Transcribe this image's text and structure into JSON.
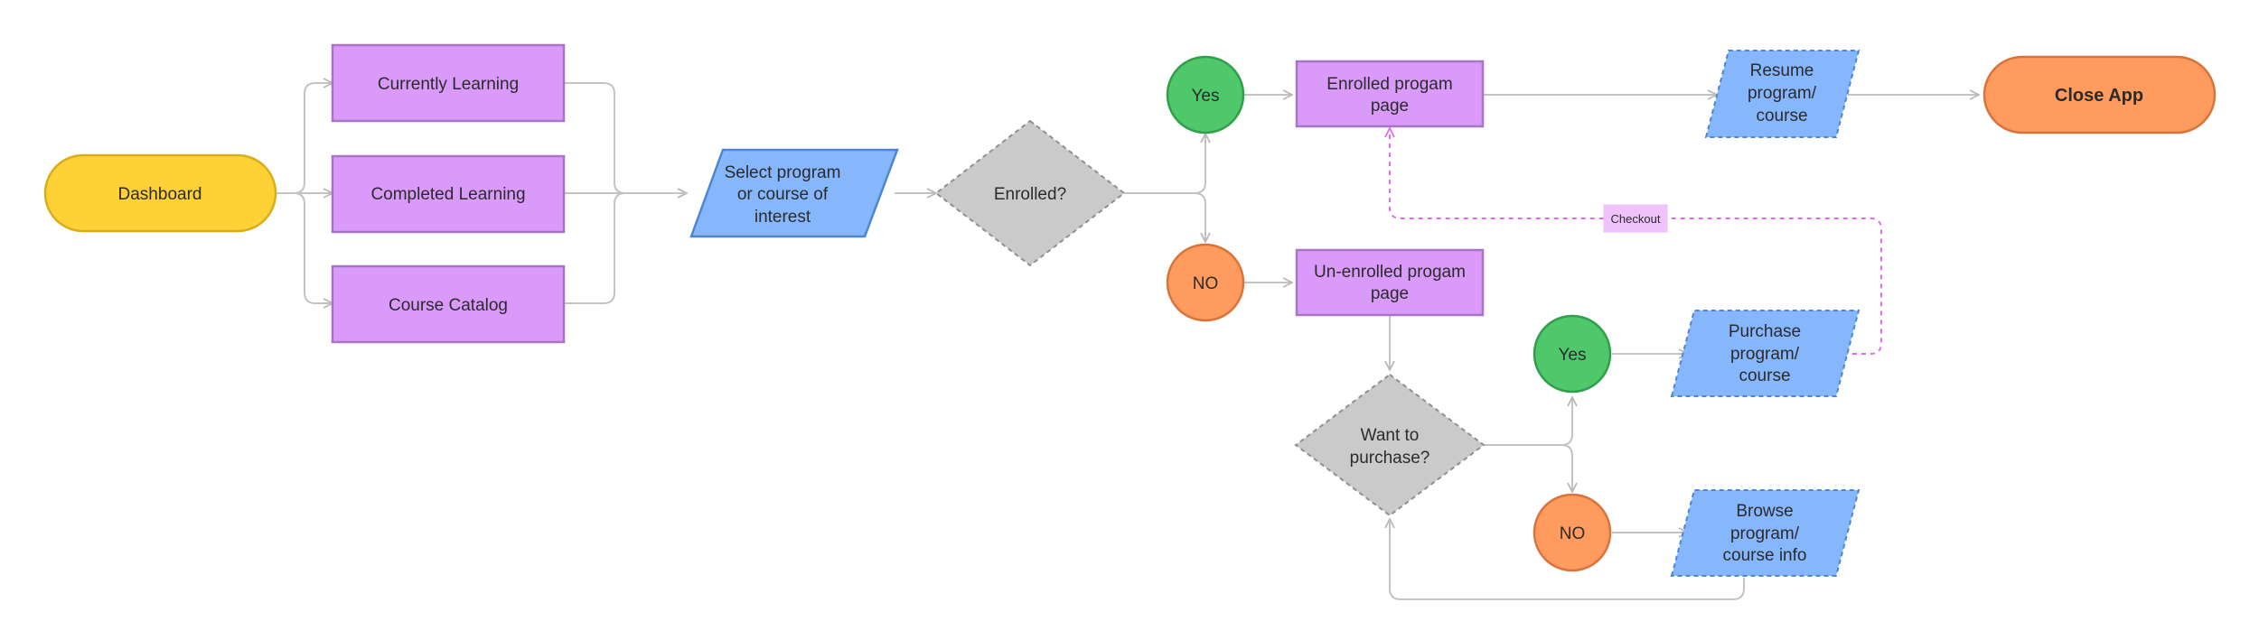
{
  "nodes": {
    "dashboard": "Dashboard",
    "currently_learning": "Currently Learning",
    "completed_learning": "Completed Learning",
    "course_catalog": "Course Catalog",
    "select_program": [
      "Select program",
      "or course of",
      "interest"
    ],
    "enrolled_q": "Enrolled?",
    "yes_top": "Yes",
    "no_top": "NO",
    "enrolled_page": [
      "Enrolled progam",
      "page"
    ],
    "unenrolled_page": [
      "Un-enrolled progam",
      "page"
    ],
    "resume": [
      "Resume",
      "program/",
      "course"
    ],
    "close_app": "Close App",
    "want_purchase": [
      "Want to",
      "purchase?"
    ],
    "yes_bottom": "Yes",
    "no_bottom": "NO",
    "purchase": [
      "Purchase",
      "program/",
      "course"
    ],
    "browse": [
      "Browse",
      "program/",
      "course info"
    ],
    "checkout": "Checkout"
  },
  "colors": {
    "terminal_yellow": "#fed136",
    "terminal_orange": "#ff9b5e",
    "process_purple": "#d99afa",
    "io_blue": "#86b6fc",
    "decision_gray": "#cacaca",
    "yes_green": "#4ec86a",
    "no_orange": "#ff9b5e",
    "connector": "#c3c3c3",
    "checkout_link": "#e06bf0"
  }
}
